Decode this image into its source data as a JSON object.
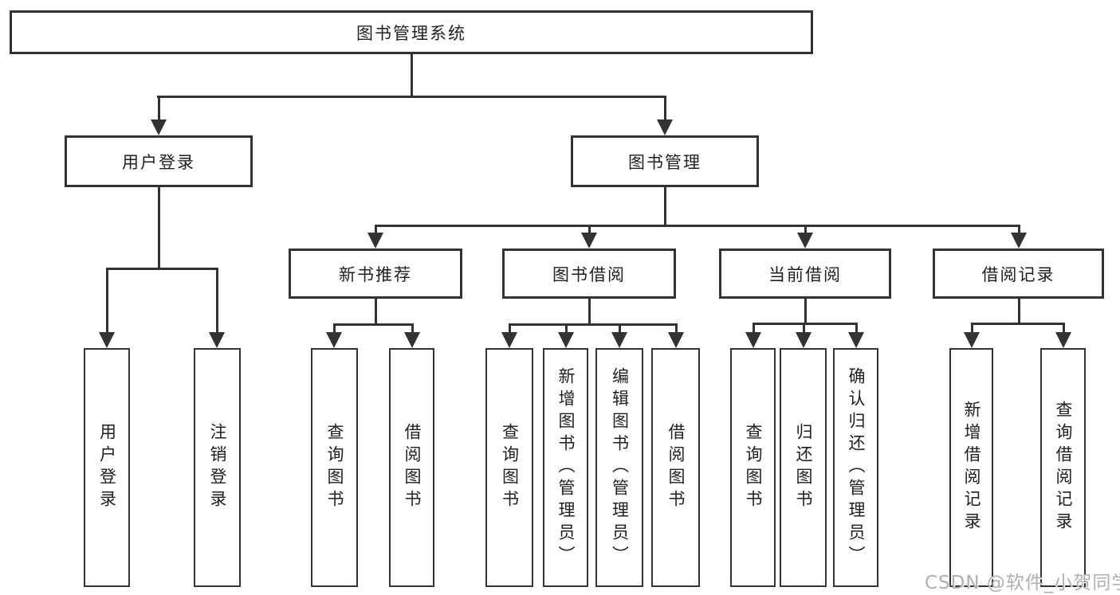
{
  "colors": {
    "line": "#333333",
    "text": "#1f1f1f",
    "background": "#ffffff",
    "watermark_color": "#b0b0b0"
  },
  "watermark": {
    "text": "CSDN @软件_小贺同学"
  },
  "tree": {
    "root": {
      "label": "图书管理系统"
    },
    "branches": [
      {
        "label": "用户登录",
        "children": [
          {
            "label": "用户登录"
          },
          {
            "label": "注销登录"
          }
        ]
      },
      {
        "label": "图书管理",
        "sections": [
          {
            "label": "新书推荐",
            "children": [
              {
                "label": "查询图书"
              },
              {
                "label": "借阅图书"
              }
            ]
          },
          {
            "label": "图书借阅",
            "children": [
              {
                "label": "查询图书"
              },
              {
                "label": "新增图书（管理员）"
              },
              {
                "label": "编辑图书（管理员）"
              },
              {
                "label": "借阅图书"
              }
            ]
          },
          {
            "label": "当前借阅",
            "children": [
              {
                "label": "查询图书"
              },
              {
                "label": "归还图书"
              },
              {
                "label": "确认归还（管理员）"
              }
            ]
          },
          {
            "label": "借阅记录",
            "children": [
              {
                "label": "新增借阅记录"
              },
              {
                "label": "查询借阅记录"
              }
            ]
          }
        ]
      }
    ]
  }
}
